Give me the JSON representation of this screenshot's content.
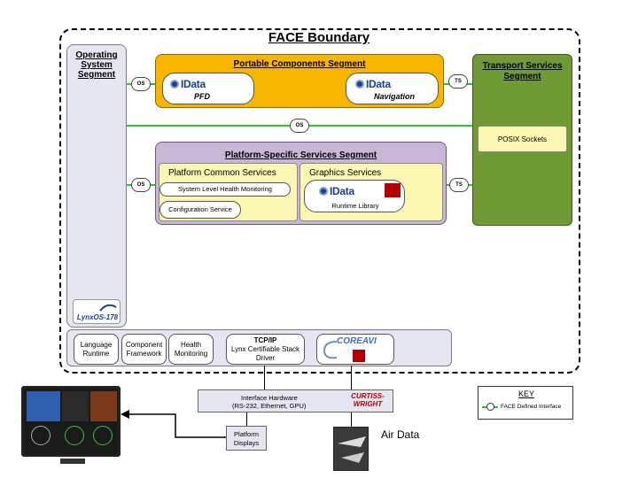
{
  "title": "FACE Boundary",
  "os_segment": {
    "label": "Operating System Segment",
    "logo_text": "LynxOS-178"
  },
  "portable_segment": {
    "title": "Portable Components Segment",
    "components": [
      {
        "brand": "IData",
        "name": "PFD"
      },
      {
        "brand": "IData",
        "name": "Navigation"
      }
    ]
  },
  "transport_segment": {
    "title": "Transport Services Segment",
    "posix": "POSIX Sockets"
  },
  "platform_segment": {
    "title": "Platform-Specific Services Segment",
    "common": {
      "title": "Platform Common Services",
      "items": [
        "System Level Health Monitoring",
        "Configuration Service"
      ]
    },
    "graphics": {
      "title": "Graphics Services",
      "brand": "IData",
      "lib": "Runtime Library"
    }
  },
  "badges": {
    "os": "OS",
    "ts": "TS"
  },
  "bottom_tiles": {
    "language": "Language Runtime",
    "component": "Component Framework",
    "health": "Health Monitoring",
    "tcpip_title": "TCP/IP",
    "tcpip_sub": "Lynx Certifiable Stack Driver",
    "coreavi": "COREAVI"
  },
  "interface_hw": {
    "line1": "Interface Hardware",
    "line2": "(RS-232, Ethernet, GPU)",
    "vendor": "CURTISS-WRIGHT"
  },
  "platform_displays": "Platform Displays",
  "air_data": "Air Data",
  "key": {
    "title": "KEY",
    "item": "FACE Defined Interface"
  },
  "colors": {
    "portable": "#f7b500",
    "transport": "#6f9a35",
    "platform": "#c9b5d6",
    "os": "#e6e6f3",
    "yellow": "#fbf6b2",
    "interface_line": "#22cc22"
  }
}
